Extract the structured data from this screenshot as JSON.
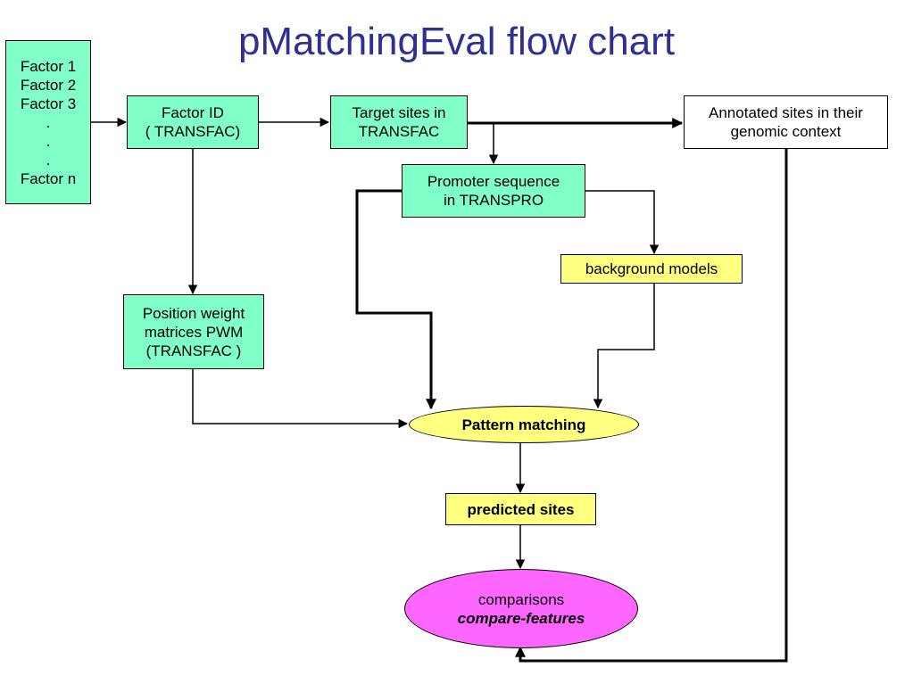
{
  "title": "pMatchingEval flow chart",
  "nodes": {
    "factors": [
      "Factor 1",
      "Factor 2",
      "Factor 3",
      ".",
      ".",
      ".",
      "Factor n"
    ],
    "factor_id": [
      "Factor ID",
      "( TRANSFAC)"
    ],
    "target_sites": [
      "Target sites in",
      "TRANSFAC"
    ],
    "annotated_sites": [
      "Annotated sites in their",
      "genomic context"
    ],
    "promoter_sequence": [
      "Promoter sequence",
      "in TRANSPRO"
    ],
    "background_models": "background models",
    "pwm": [
      "Position weight",
      "matrices PWM",
      "(TRANSFAC )"
    ],
    "pattern_matching": "Pattern matching",
    "predicted_sites": "predicted sites",
    "comparisons": [
      "comparisons",
      "compare-features"
    ]
  },
  "colors": {
    "title": "#2e3192",
    "green_box": "#80ffc9",
    "yellow_box": "#ffff80",
    "magenta_box": "#ff66ff"
  }
}
